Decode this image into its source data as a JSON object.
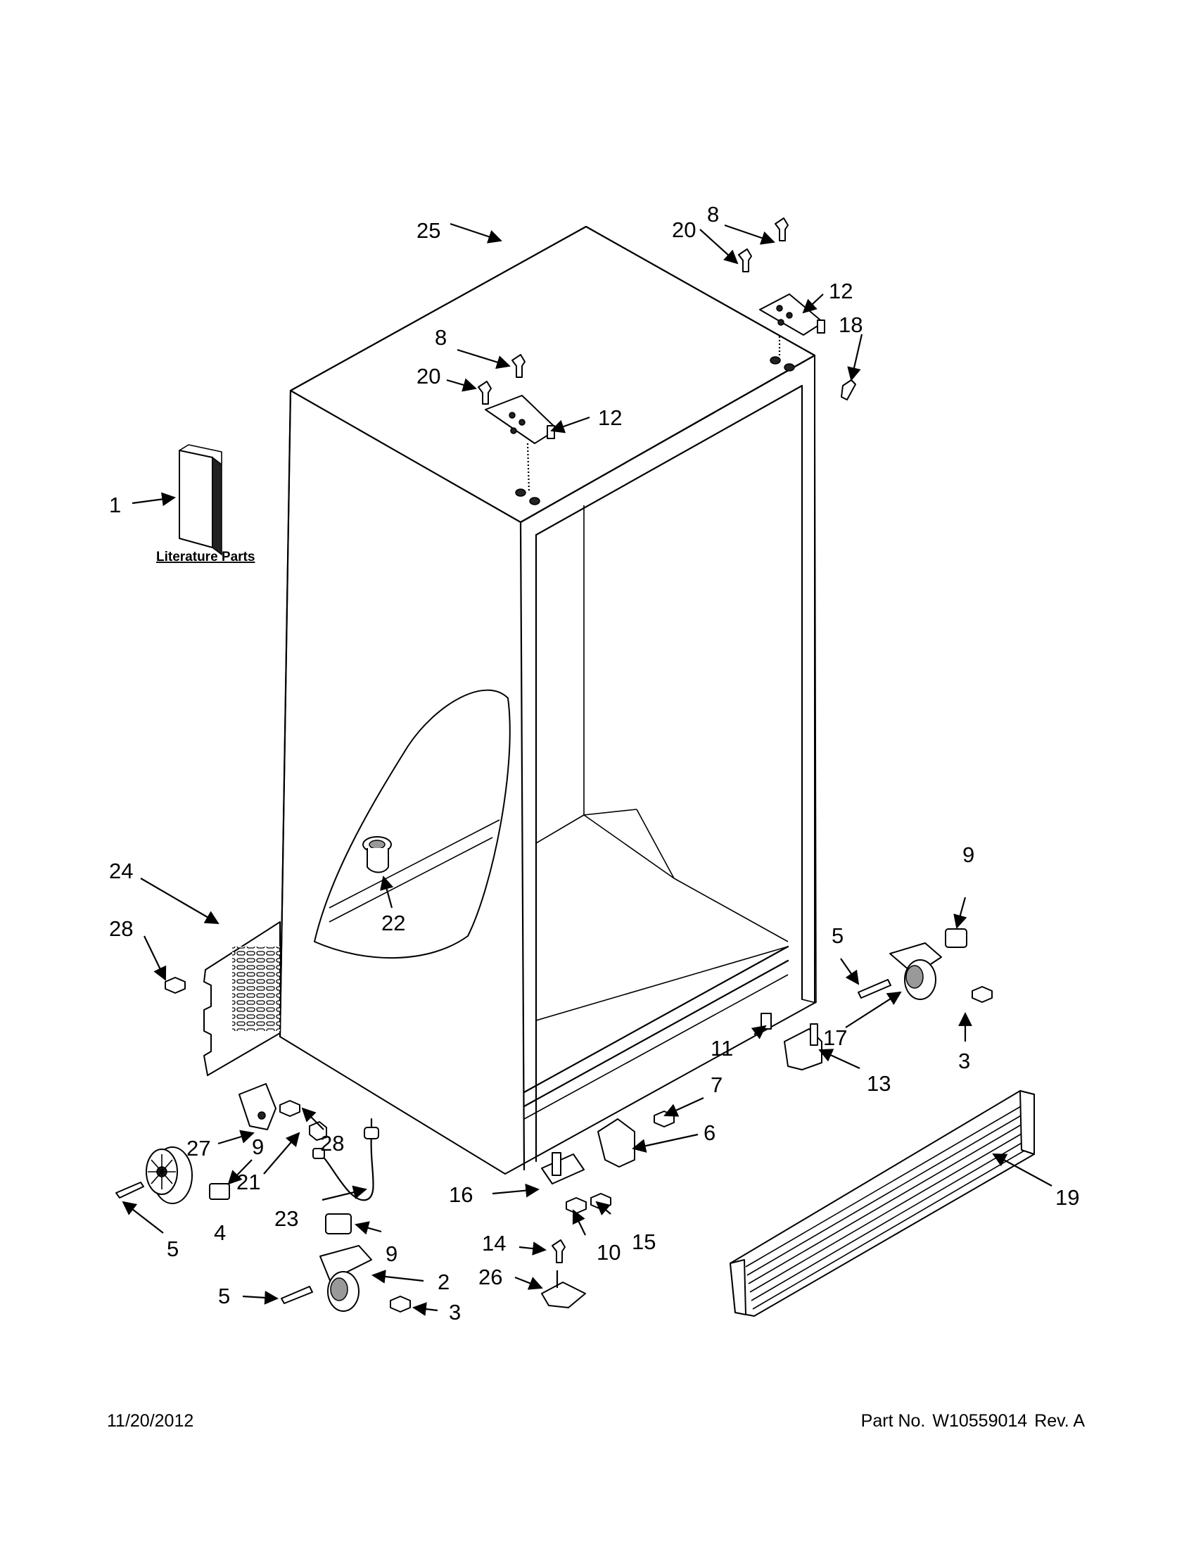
{
  "diagram": {
    "literature_label": "Literature Parts",
    "callouts": [
      "1",
      "2",
      "3",
      "4",
      "5",
      "6",
      "7",
      "8",
      "9",
      "10",
      "11",
      "12",
      "13",
      "14",
      "15",
      "16",
      "17",
      "18",
      "19",
      "20",
      "21",
      "22",
      "23",
      "24",
      "25",
      "26",
      "27",
      "28"
    ]
  },
  "footer": {
    "date": "11/20/2012",
    "part_label": "Part No.",
    "part_number": "W10559014",
    "revision": "Rev. A"
  }
}
